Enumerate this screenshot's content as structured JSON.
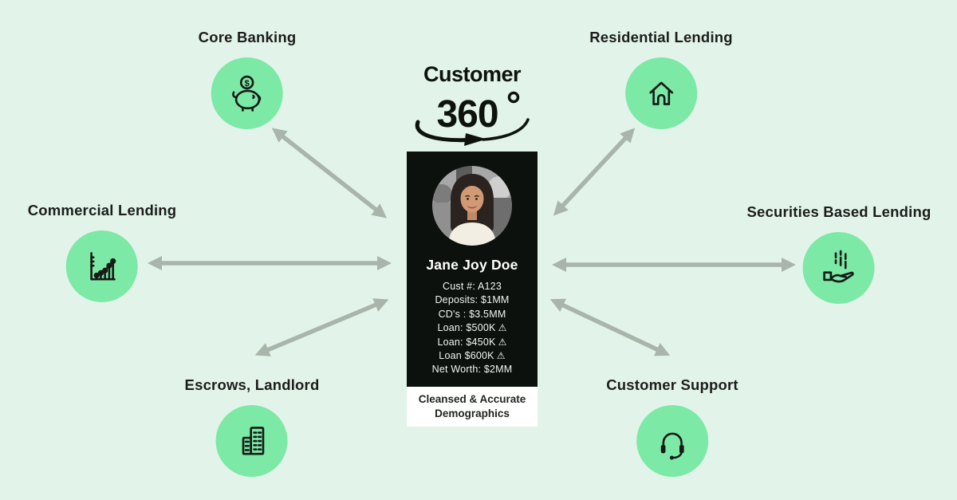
{
  "logo": {
    "line1": "Customer",
    "number": "360"
  },
  "nodes": [
    {
      "id": "core-banking",
      "label": "Core Banking"
    },
    {
      "id": "residential-lending",
      "label": "Residential Lending"
    },
    {
      "id": "commercial-lending",
      "label": "Commercial Lending"
    },
    {
      "id": "securities-based-lending",
      "label": "Securities Based Lending"
    },
    {
      "id": "escrows-landlord",
      "label": "Escrows, Landlord"
    },
    {
      "id": "customer-support",
      "label": "Customer Support"
    }
  ],
  "card": {
    "name": "Jane Joy Doe",
    "details": [
      {
        "text": "Cust #: A123"
      },
      {
        "text": "Deposits: $1MM"
      },
      {
        "text": "CD's : $3.5MM"
      },
      {
        "text": "Loan: $500K",
        "warn": "⚠"
      },
      {
        "text": "Loan: $450K",
        "warn": "⚠"
      },
      {
        "text": "Loan $600K",
        "warn": "⚠"
      },
      {
        "text": "Net Worth: $2MM"
      }
    ],
    "footer": "Cleansed & Accurate Demographics"
  },
  "colors": {
    "background": "#e2f4e9",
    "circle_green": "#7de9a6",
    "arrow_gray": "#a9b5ab",
    "card_black": "#0c110d",
    "ink": "#151a16"
  }
}
